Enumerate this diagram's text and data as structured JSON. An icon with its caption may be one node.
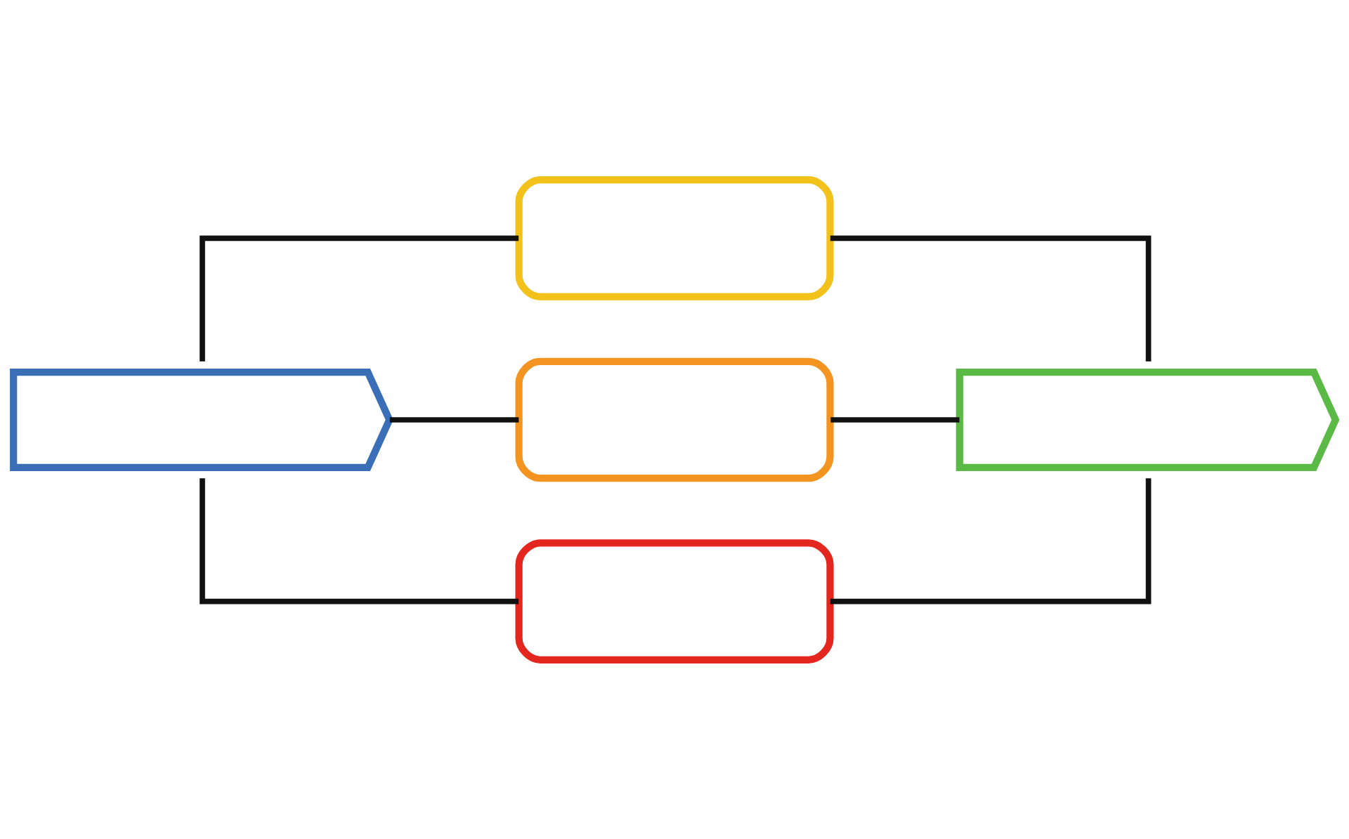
{
  "diagram": {
    "nodes": [
      {
        "text": [],
        "shape": "arrow"
      },
      {
        "text": [],
        "shape": "box"
      },
      {
        "text": [],
        "shape": "box"
      },
      {
        "text": [],
        "shape": "box"
      },
      {
        "text": [],
        "shape": "arrow"
      }
    ],
    "edges": [
      {
        "from": 0,
        "to": 1,
        "arrow": "none"
      },
      {
        "from": 0,
        "to": 2,
        "arrow": "none"
      },
      {
        "from": 0,
        "to": 3,
        "arrow": "none"
      },
      {
        "from": 1,
        "to": 4,
        "arrow": "none"
      },
      {
        "from": 2,
        "to": 4,
        "arrow": "none"
      },
      {
        "from": 3,
        "to": 4,
        "arrow": "none"
      }
    ]
  }
}
